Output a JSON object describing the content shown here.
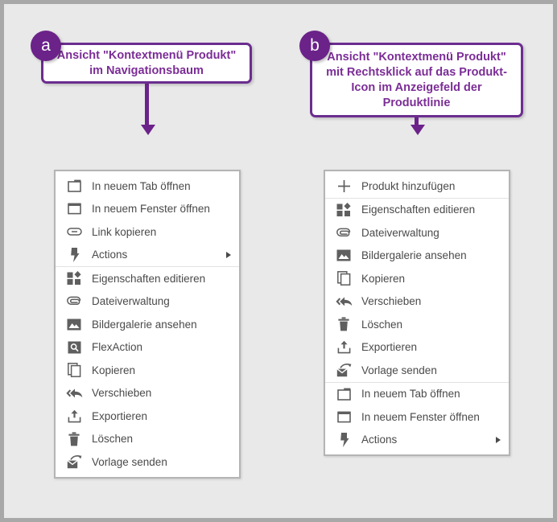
{
  "page": {
    "background_color": "#e9e9e9",
    "border_color": "#a8a8a8",
    "accent_color": "#6b2289",
    "callout_text_color": "#7b2d96",
    "menu_text_color": "#4a4a4a"
  },
  "callouts": [
    {
      "badge": "a",
      "text": "Ansicht \"Kontextmenü Produkt\" im Navigationsbaum"
    },
    {
      "badge": "b",
      "text": "Ansicht \"Kontextmenü Produkt\" mit Rechtsklick auf das Produkt-Icon im Anzeigefeld der Produktlinie"
    }
  ],
  "menus": [
    {
      "id": "navigation-tree-context-menu",
      "items": [
        {
          "label": "In neuem Tab öffnen",
          "icon": "new-tab-icon",
          "submenu": false,
          "separator_after": false
        },
        {
          "label": "In neuem Fenster öffnen",
          "icon": "new-window-icon",
          "submenu": false,
          "separator_after": false
        },
        {
          "label": "Link kopieren",
          "icon": "link-icon",
          "submenu": false,
          "separator_after": false
        },
        {
          "label": "Actions",
          "icon": "lightning-icon",
          "submenu": true,
          "separator_after": true
        },
        {
          "label": "Eigenschaften editieren",
          "icon": "properties-icon",
          "submenu": false,
          "separator_after": false
        },
        {
          "label": "Dateiverwaltung",
          "icon": "paperclip-icon",
          "submenu": false,
          "separator_after": false
        },
        {
          "label": "Bildergalerie ansehen",
          "icon": "image-gallery-icon",
          "submenu": false,
          "separator_after": false
        },
        {
          "label": "FlexAction",
          "icon": "search-box-icon",
          "submenu": false,
          "separator_after": false
        },
        {
          "label": "Kopieren",
          "icon": "copy-icon",
          "submenu": false,
          "separator_after": false
        },
        {
          "label": "Verschieben",
          "icon": "move-icon",
          "submenu": false,
          "separator_after": false
        },
        {
          "label": "Exportieren",
          "icon": "export-icon",
          "submenu": false,
          "separator_after": false
        },
        {
          "label": "Löschen",
          "icon": "trash-icon",
          "submenu": false,
          "separator_after": false
        },
        {
          "label": "Vorlage senden",
          "icon": "send-template-icon",
          "submenu": false,
          "separator_after": false
        }
      ]
    },
    {
      "id": "product-icon-context-menu",
      "items": [
        {
          "label": "Produkt hinzufügen",
          "icon": "plus-icon",
          "submenu": false,
          "separator_after": true
        },
        {
          "label": "Eigenschaften editieren",
          "icon": "properties-icon",
          "submenu": false,
          "separator_after": false
        },
        {
          "label": "Dateiverwaltung",
          "icon": "paperclip-icon",
          "submenu": false,
          "separator_after": false
        },
        {
          "label": "Bildergalerie ansehen",
          "icon": "image-gallery-icon",
          "submenu": false,
          "separator_after": false
        },
        {
          "label": "Kopieren",
          "icon": "copy-icon",
          "submenu": false,
          "separator_after": false
        },
        {
          "label": "Verschieben",
          "icon": "move-icon",
          "submenu": false,
          "separator_after": false
        },
        {
          "label": "Löschen",
          "icon": "trash-icon",
          "submenu": false,
          "separator_after": false
        },
        {
          "label": "Exportieren",
          "icon": "export-icon",
          "submenu": false,
          "separator_after": false
        },
        {
          "label": "Vorlage senden",
          "icon": "send-template-icon",
          "submenu": false,
          "separator_after": true
        },
        {
          "label": "In neuem Tab öffnen",
          "icon": "new-tab-icon",
          "submenu": false,
          "separator_after": false
        },
        {
          "label": "In neuem Fenster öffnen",
          "icon": "new-window-icon",
          "submenu": false,
          "separator_after": false
        },
        {
          "label": "Actions",
          "icon": "lightning-icon",
          "submenu": true,
          "separator_after": false
        }
      ]
    }
  ]
}
